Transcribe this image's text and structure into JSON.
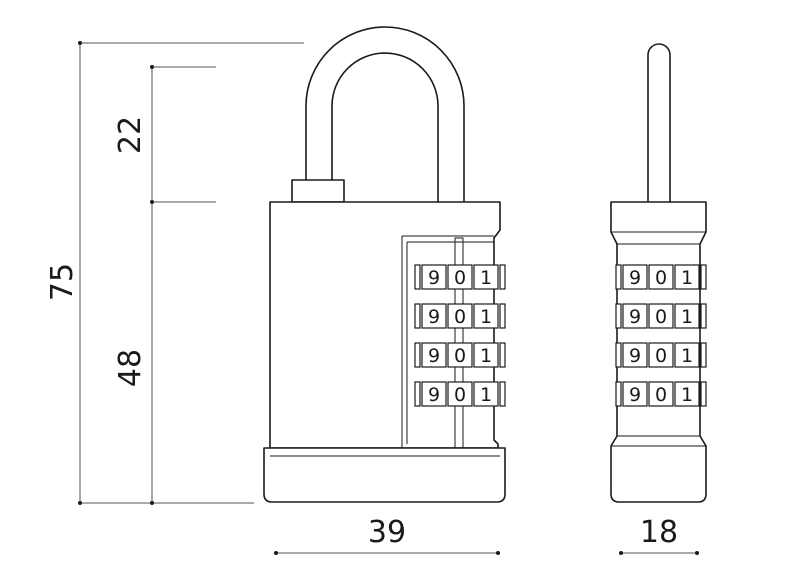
{
  "drawing": {
    "title": "",
    "line_color": "#1a1a1a",
    "dim_color": "#555555",
    "background": "#ffffff"
  },
  "dimensions": {
    "total_height": "75",
    "shackle_clearance": "22",
    "body_height": "48",
    "body_width": "39",
    "body_depth": "18"
  },
  "dials": {
    "digits": [
      "9",
      "0",
      "1"
    ],
    "count": 4
  }
}
